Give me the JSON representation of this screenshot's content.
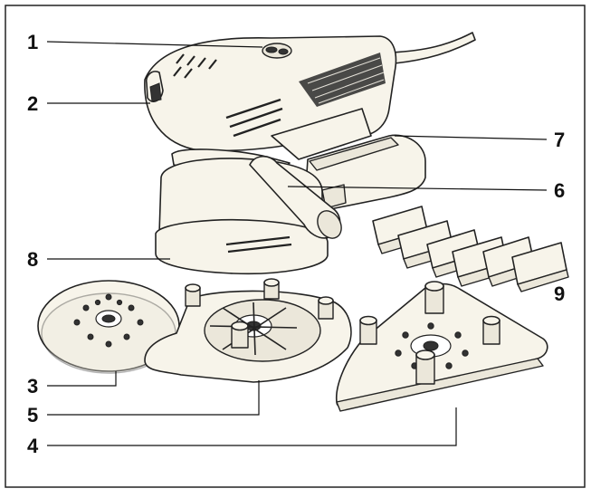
{
  "callouts": [
    {
      "id": "1",
      "label": "1"
    },
    {
      "id": "2",
      "label": "2"
    },
    {
      "id": "3",
      "label": "3"
    },
    {
      "id": "4",
      "label": "4"
    },
    {
      "id": "5",
      "label": "5"
    },
    {
      "id": "6",
      "label": "6"
    },
    {
      "id": "7",
      "label": "7"
    },
    {
      "id": "8",
      "label": "8"
    },
    {
      "id": "9",
      "label": "9"
    }
  ]
}
